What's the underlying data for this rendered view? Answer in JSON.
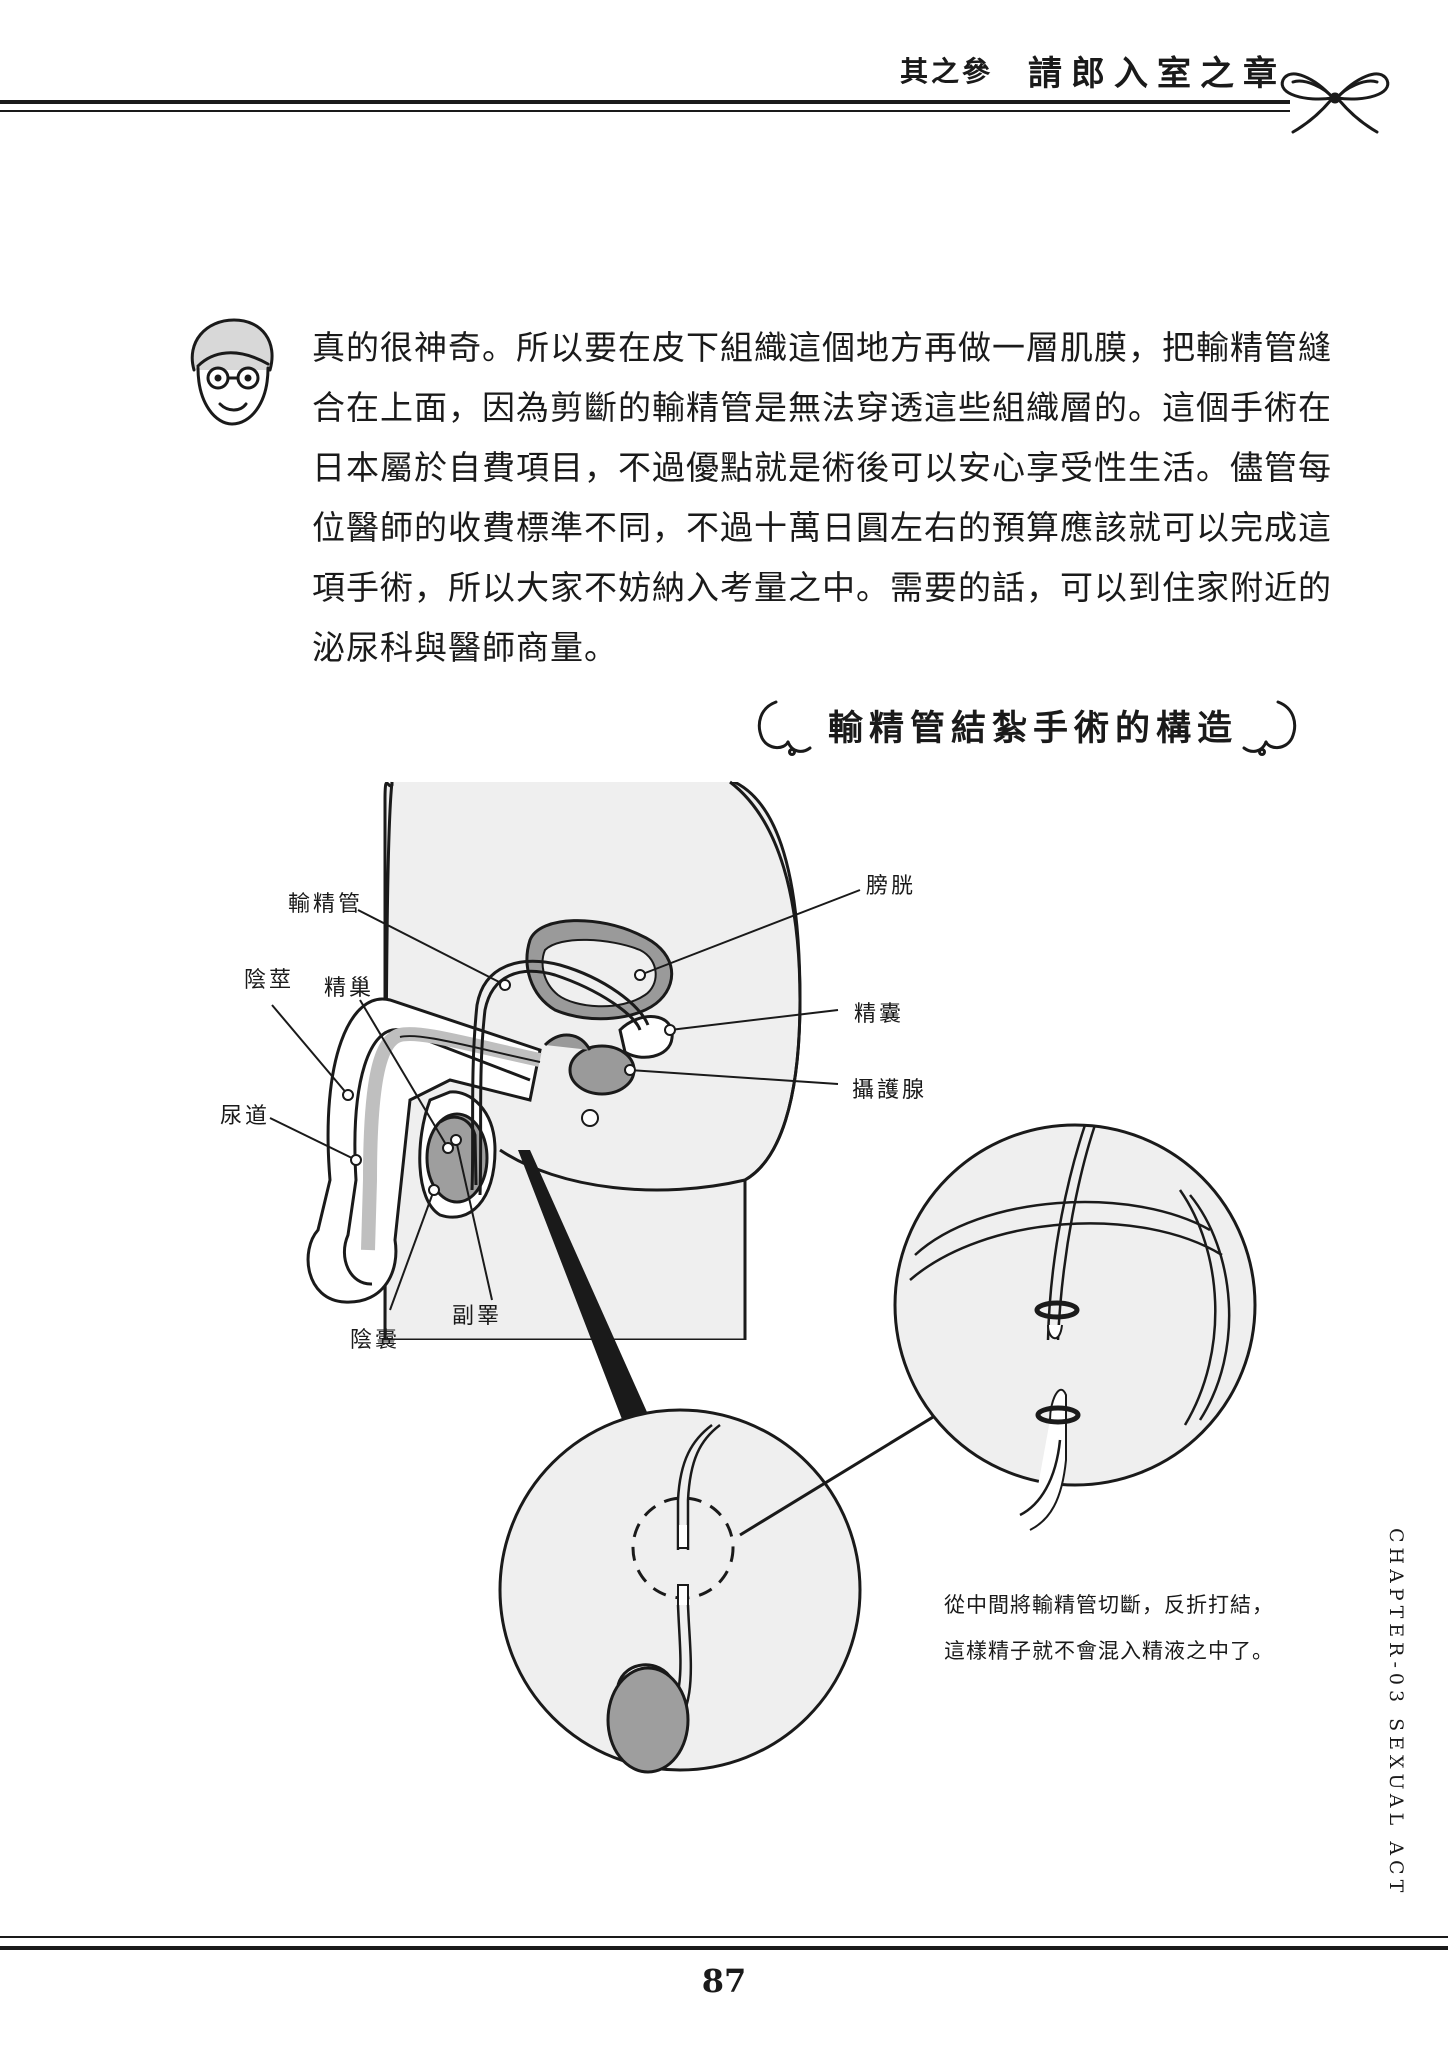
{
  "header": {
    "chapter": "其之參",
    "title": "請郎入室之章"
  },
  "body_lines": [
    "真的很神奇。所以要在皮下組織這個地方再做一層肌膜，把輸精管縫",
    "合在上面，因為剪斷的輸精管是無法穿透這些組織層的。這個手術在",
    "日本屬於自費項目，不過優點就是術後可以安心享受性生活。儘管每",
    "位醫師的收費標準不同，不過十萬日圓左右的預算應該就可以完成這",
    "項手術，所以大家不妨納入考量之中。需要的話，可以到住家附近的",
    "泌尿科與醫師商量。"
  ],
  "section_title": "輸精管結紮手術的構造",
  "diagram": {
    "labels": {
      "vas_deferens": "輸精管",
      "penis": "陰莖",
      "testis": "精巢",
      "urethra": "尿道",
      "scrotum": "陰囊",
      "epididymis": "副睪",
      "bladder": "膀胱",
      "seminal_vesicle": "精囊",
      "prostate": "攝護腺"
    },
    "caption_lines": [
      "從中間將輸精管切斷，反折打結，",
      "這樣精子就不會混入精液之中了。"
    ]
  },
  "side_text": "CHAPTER-03 SEXUAL ACT",
  "page_number": "87"
}
